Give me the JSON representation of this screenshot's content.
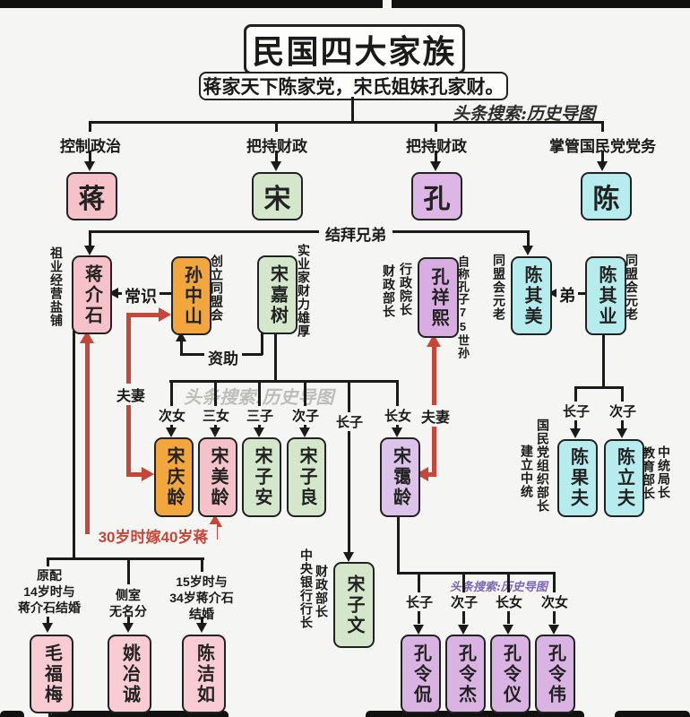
{
  "title": "民国四大家族",
  "subtitle": "蒋家天下陈家党，宋氏姐妹孔家财。",
  "watermarks": {
    "top": "头条搜索:历史导图",
    "middle": "头条搜索:历史导图",
    "bottom": "头条搜索:历史导图"
  },
  "colors": {
    "pink": "#f6c2c9",
    "orange": "#f2a73e",
    "green": "#d4e7cb",
    "purple": "#d8aee2",
    "lavender": "#dcc3e9",
    "cyan": "#b6ecee",
    "wife_pink": "#f8ccd2",
    "red_accent": "#c6463a"
  },
  "branches": [
    {
      "label": "控制政治",
      "family": "蒋"
    },
    {
      "label": "把持财政",
      "family": "宋"
    },
    {
      "label": "把持财政",
      "family": "孔"
    },
    {
      "label": "掌管国民党党务",
      "family": "陈"
    }
  ],
  "relations": {
    "sworn_brothers": "结拜兄弟",
    "recognition": "常识",
    "funding": "资助",
    "younger_brother": "弟",
    "spouse_left": "夫妻",
    "spouse_right": "夫妻",
    "marriage_note": "30岁时嫁40岁蒋"
  },
  "people": {
    "jiang_jieshi": {
      "name": "蒋介石",
      "note": "祖业经营盐铺"
    },
    "sun_zhongshan": {
      "name": "孙中山",
      "note": "创立同盟会"
    },
    "song_jiashu": {
      "name": "宋嘉树",
      "note": "实业家财力雄厚"
    },
    "kong_xiangxi": {
      "name": "孔祥熙",
      "note_left_outer": "财政部长",
      "note_left_inner": "行政院长",
      "note_right": "自称孔子75世孙"
    },
    "chen_qimei": {
      "name": "陈其美",
      "note": "同盟会元老"
    },
    "chen_qiye": {
      "name": "陈其业",
      "note": "同盟会元老"
    },
    "song_qingling": {
      "name": "宋庆龄",
      "label": "次女"
    },
    "song_meiling": {
      "name": "宋美龄",
      "label": "三女"
    },
    "song_zian": {
      "name": "宋子安",
      "label": "三子"
    },
    "song_ziliang": {
      "name": "宋子良",
      "label": "次子"
    },
    "song_ziwen": {
      "name": "宋子文",
      "label": "长子",
      "note_outer": "中央银行行长",
      "note_inner": "财政部长"
    },
    "song_ailing": {
      "name": "宋霭龄",
      "label": "长女"
    },
    "chen_guofu": {
      "name": "陈果夫",
      "label": "长子",
      "note_outer": "建立中统",
      "note_inner": "国民党组织部长"
    },
    "chen_lifu": {
      "name": "陈立夫",
      "label": "次子",
      "note_inner": "教育部长",
      "note_outer": "中统局长"
    },
    "mao_fumei": {
      "name": "毛福梅",
      "lines": [
        "原配",
        "14岁时与",
        "蒋介石结婚"
      ]
    },
    "yao_yecheng": {
      "name": "姚冶诚",
      "lines": [
        "侧室",
        "无名分"
      ]
    },
    "chen_jieru": {
      "name": "陈洁如",
      "lines": [
        "15岁时与",
        "34岁蒋介石",
        "结婚"
      ]
    },
    "kong_lingkan": {
      "name": "孔令侃",
      "label": "长子"
    },
    "kong_lingjie": {
      "name": "孔令杰",
      "label": "次子"
    },
    "kong_lingyi": {
      "name": "孔令仪",
      "label": "长女"
    },
    "kong_lingwei": {
      "name": "孔令伟",
      "label": "次女"
    }
  }
}
